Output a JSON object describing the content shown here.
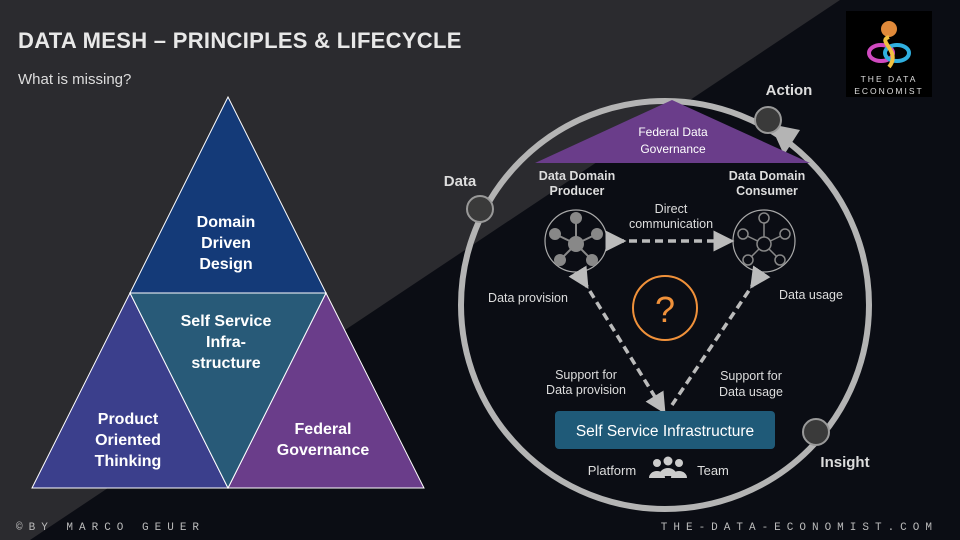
{
  "header": {
    "title": "DATA MESH – PRINCIPLES & LIFECYCLE",
    "subtitle": "What is missing?"
  },
  "logo": {
    "line1": "THE DATA",
    "line2": "ECONOMIST"
  },
  "pyramid": {
    "top": [
      "Domain",
      "Driven",
      "Design"
    ],
    "center": [
      "Self Service",
      "Infra-",
      "structure"
    ],
    "left": [
      "Product",
      "Oriented",
      "Thinking"
    ],
    "right": [
      "Federal",
      "Governance"
    ]
  },
  "lifecycle": {
    "stages": {
      "data": "Data",
      "action": "Action",
      "insight": "Insight"
    },
    "governance": [
      "Federal Data",
      "Governance"
    ],
    "producer": [
      "Data Domain",
      "Producer"
    ],
    "consumer": [
      "Data Domain",
      "Consumer"
    ],
    "direct": [
      "Direct",
      "communication"
    ],
    "provision": "Data provision",
    "usage": "Data usage",
    "support_provision": [
      "Support for",
      "Data provision"
    ],
    "support_usage": [
      "Support for",
      "Data usage"
    ],
    "question": "?",
    "infra": "Self Service Infrastructure",
    "platform": "Platform",
    "team": "Team"
  },
  "footer": {
    "left": "©BY MARCO GEUER",
    "right": "THE-DATA-ECONOMIST.COM"
  },
  "colors": {
    "blue": "#143a78",
    "teal": "#285a78",
    "purple": "#6a3d8a",
    "indigo": "#3b3f8c",
    "orange": "#f0913a",
    "infra": "#1f5a78"
  }
}
